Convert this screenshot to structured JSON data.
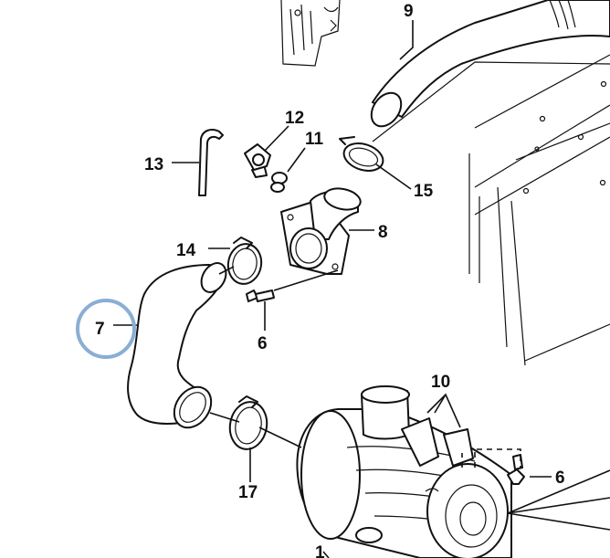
{
  "callouts": {
    "c9": "9",
    "c12": "12",
    "c11": "11",
    "c13": "13",
    "c15": "15",
    "c8": "8",
    "c14": "14",
    "c6a": "6",
    "c7": "7",
    "c10": "10",
    "c6b": "6",
    "c17": "17",
    "c1": "1"
  },
  "colors": {
    "line": "#111111",
    "highlight_ring": "#8aaed4",
    "background": "#ffffff"
  }
}
